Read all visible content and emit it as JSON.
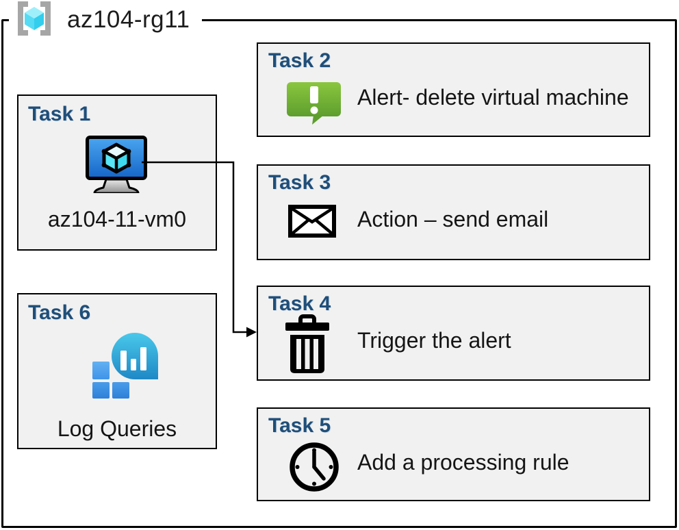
{
  "resource_group": {
    "name": "az104-rg11",
    "icon": "resource-group-icon"
  },
  "tasks": {
    "t1": {
      "title": "Task 1",
      "label": "az104-11-vm0",
      "icon": "virtual-machine-icon"
    },
    "t2": {
      "title": "Task 2",
      "text": "Alert- delete virtual machine",
      "icon": "alert-message-icon"
    },
    "t3": {
      "title": "Task 3",
      "text": "Action – send email",
      "icon": "email-icon"
    },
    "t4": {
      "title": "Task 4",
      "text": "Trigger the alert",
      "icon": "trash-icon"
    },
    "t5": {
      "title": "Task 5",
      "text": "Add a processing rule",
      "icon": "clock-icon"
    },
    "t6": {
      "title": "Task 6",
      "label": "Log Queries",
      "icon": "log-queries-icon"
    }
  },
  "connector": {
    "from": "task1-virtual-machine",
    "to": "task4-trigger-the-alert",
    "style": "elbow-arrow"
  },
  "colors": {
    "heading_blue": "#1F4E79",
    "box_background": "#F1F1F1",
    "border_black": "#000000",
    "vm_screen_blue_top": "#4BA6F0",
    "vm_screen_blue_bottom": "#1565C8",
    "alert_green_top": "#8AC63E",
    "alert_green_bottom": "#5E9E2E",
    "log_balloon_top": "#4AC8EA",
    "log_balloon_bottom": "#1E88C6",
    "log_square_light": "#57A8F0",
    "log_square_mid": "#3E92E6",
    "log_square_dark": "#2E80D8",
    "rg_cube_cyan": "#55DBF4",
    "rg_bracket_gray": "#A6A6A6"
  }
}
